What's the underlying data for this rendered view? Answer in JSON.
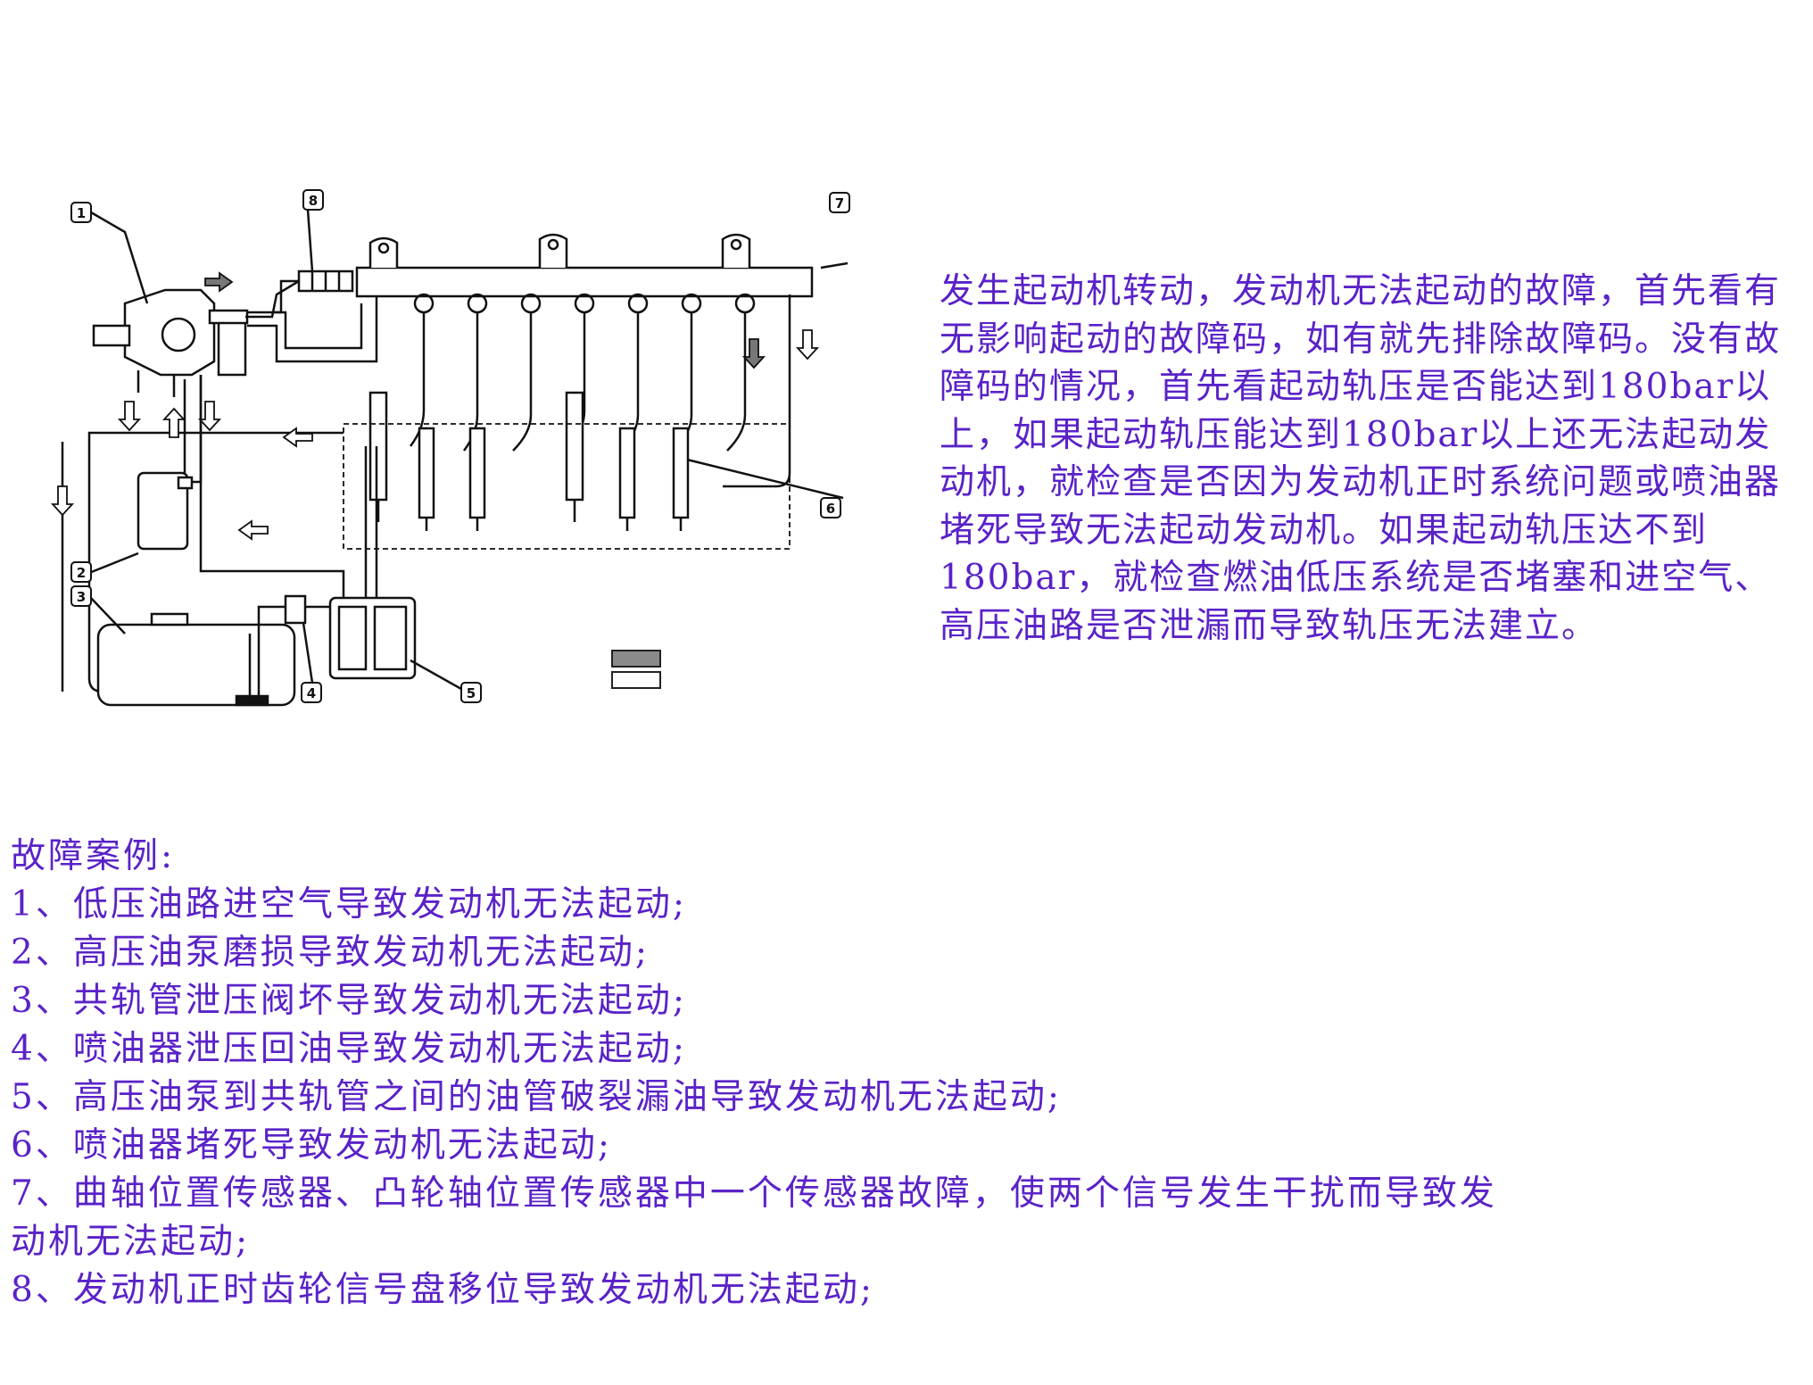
{
  "diagram": {
    "callouts": [
      "1",
      "2",
      "3",
      "4",
      "5",
      "6",
      "7",
      "8"
    ]
  },
  "description": {
    "text": "发生起动机转动，发动机无法起动的故障，首先看有无影响起动的故障码，如有就先排除故障码。没有故障码的情况，首先看起动轨压是否能达到180bar以上，如果起动轨压能达到180bar以上还无法起动发动机，就检查是否因为发动机正时系统问题或喷油器堵死导致无法起动发动机。如果起动轨压达不到180bar，就检查燃油低压系统是否堵塞和进空气、高压油路是否泄漏而导致轨压无法建立。"
  },
  "cases": {
    "heading": "故障案例:",
    "items": [
      "1、低压油路进空气导致发动机无法起动;",
      "2、高压油泵磨损导致发动机无法起动;",
      "3、共轨管泄压阀坏导致发动机无法起动;",
      "4、喷油器泄压回油导致发动机无法起动;",
      "5、高压油泵到共轨管之间的油管破裂漏油导致发动机无法起动;",
      "6、喷油器堵死导致发动机无法起动;",
      "7、曲轴位置传感器、凸轮轴位置传感器中一个传感器故障，使两个信号发生干扰而导致发",
      "动机无法起动;",
      "8、发动机正时齿轮信号盘移位导致发动机无法起动;"
    ]
  },
  "colors": {
    "text": "#5a22c8",
    "line": "#111111",
    "key_filled": "#8a8a8a"
  }
}
